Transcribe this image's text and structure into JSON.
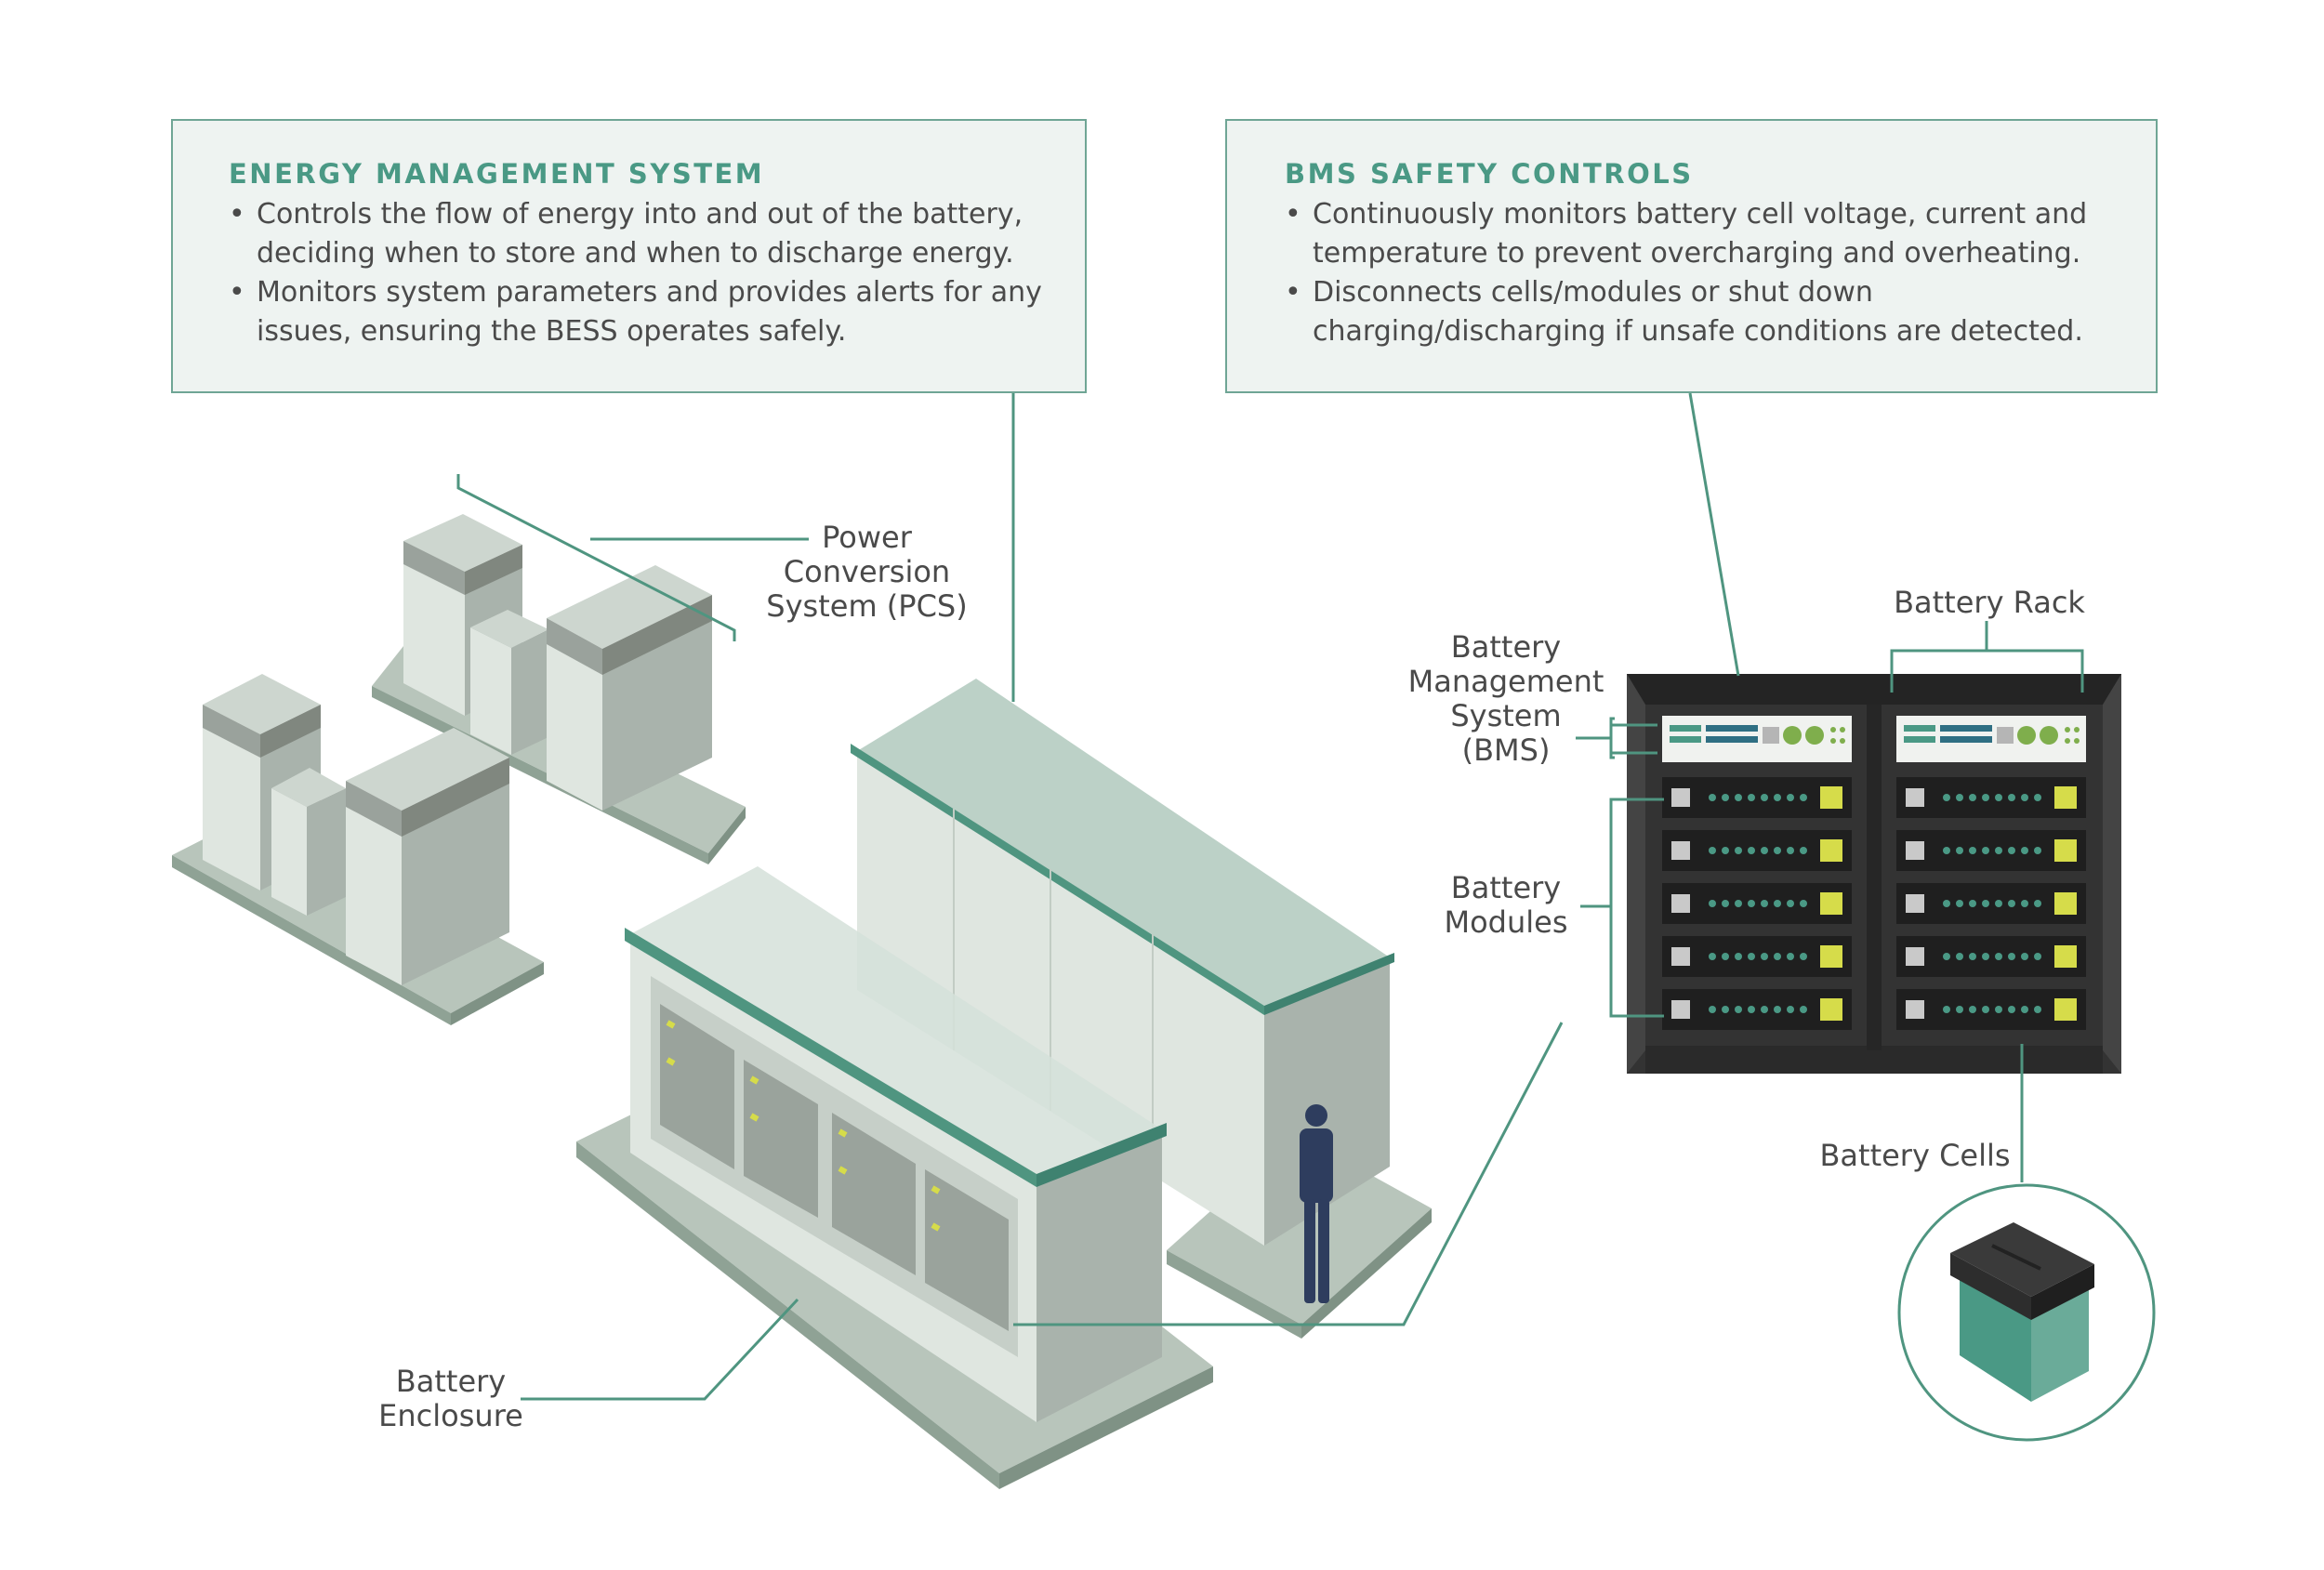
{
  "ems": {
    "title": "ENERGY MANAGEMENT SYSTEM",
    "bullets": [
      "Controls the flow of energy into and out of the battery, deciding when to store and when to discharge energy.",
      "Monitors system parameters and provides alerts for any issues, ensuring the BESS operates safely."
    ]
  },
  "bms_controls": {
    "title": "BMS SAFETY CONTROLS",
    "bullets": [
      "Continuously monitors battery cell voltage, current and temperature to prevent overcharging and overheating.",
      "Disconnects cells/modules or shut down charging/discharging if unsafe conditions are detected."
    ]
  },
  "labels": {
    "pcs": "Power\nConversion\nSystem (PCS)",
    "battery_enclosure": "Battery\nEnclosure",
    "bms": "Battery\nManagement\nSystem\n(BMS)",
    "battery_rack": "Battery Rack",
    "battery_modules": "Battery\nModules",
    "battery_cells": "Battery Cells"
  },
  "colors": {
    "accent_teal": "#4a9985",
    "leader_line": "#4f9580",
    "cabinet_light": "#dfe6e0",
    "cabinet_mid": "#bcc8bf",
    "cabinet_dark": "#8a918b",
    "rack_dark": "#3a3a3a",
    "module_yellow": "#d6dc4a",
    "person": "#2e3d5e"
  }
}
